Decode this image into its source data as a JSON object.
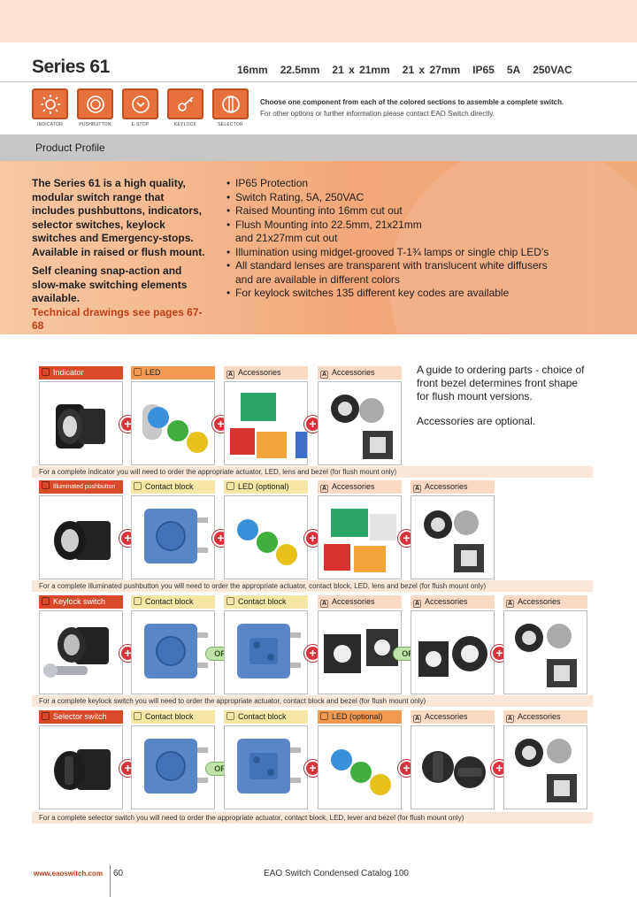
{
  "header": {
    "title": "Series 61",
    "specs": [
      "16mm",
      "22.5mm",
      "21 x 21mm",
      "21 x 27mm",
      "IP65",
      "5A",
      "250VAC"
    ]
  },
  "icon_row": [
    {
      "label": "INDICATOR",
      "icon": "indicator-icon"
    },
    {
      "label": "PUSHBUTTON",
      "icon": "pushbutton-icon"
    },
    {
      "label": "E-STOP",
      "icon": "estop-icon"
    },
    {
      "label": "KEYLOCK",
      "icon": "keylock-icon"
    },
    {
      "label": "SELECTOR",
      "icon": "selector-icon"
    }
  ],
  "instructions": {
    "line1": "Choose one component from each of the colored sections to assemble a complete switch.",
    "line2": "For other options or further information please contact EAO Switch directly."
  },
  "profile": {
    "title": "Product Profile",
    "intro": "The Series 61 is a high quality, modular switch range that includes pushbuttons, indicators, selector switches, keylock switches and Emergency-stops. Available in raised or flush mount.",
    "snap": "Self cleaning snap-action and slow-make switching elements available.",
    "tech": "Technical drawings see pages 67-68",
    "bullets": [
      "IP65 Protection",
      "Switch Rating, 5A, 250VAC",
      "Raised Mounting into 16mm cut out",
      "Flush Mounting into 22.5mm, 21x21mm and 21x27mm cut out",
      "Illumination using midget-grooved T-1¾ lamps or single chip LED's",
      "All standard lenses are transparent with translucent white diffusers and are available in different colors",
      "For keylock switches 135 different key codes are available"
    ]
  },
  "guide": {
    "line1": "A guide to ordering parts - choice of front bezel determines front shape for flush mount versions.",
    "line2": "Accessories are optional."
  },
  "rows": [
    {
      "tabs": [
        "Indicator",
        "LED",
        "Accessories",
        "Accessories"
      ],
      "note": "For a complete indicator you will need to order the appropriate actuator, LED, lens and bezel (for flush mount only)"
    },
    {
      "tabs": [
        "Illuminated pushbutton",
        "Contact block",
        "LED (optional)",
        "Accessories",
        "Accessories"
      ],
      "note": "For a complete illuminated pushbutton you will need to order the appropriate actuator, contact block, LED, lens and bezel (for flush mount only)"
    },
    {
      "tabs": [
        "Keylock switch",
        "Contact block",
        "Contact block",
        "Accessories",
        "Accessories",
        "Accessories"
      ],
      "or": "OR",
      "note": "For a complete keylock switch you will need to order the appropriate actuator, contact block and bezel (for flush mount only)"
    },
    {
      "tabs": [
        "Selector switch",
        "Contact block",
        "Contact block",
        "LED (optional)",
        "Accessories",
        "Accessories"
      ],
      "or": "OR",
      "note": "For a complete selector switch you will need to order the appropriate actuator, contact block, LED, lever and bezel (for flush mount only)"
    }
  ],
  "footer": {
    "url": "www.eaoswitch.com",
    "page": "60",
    "title": "EAO Switch Condensed Catalog 100"
  },
  "colors": {
    "orange_panel": "#f3a77a",
    "tab_red": "#d94a28",
    "plus_red": "#d8333a",
    "or_green": "#bfe3a8",
    "link_red": "#c13e16"
  }
}
